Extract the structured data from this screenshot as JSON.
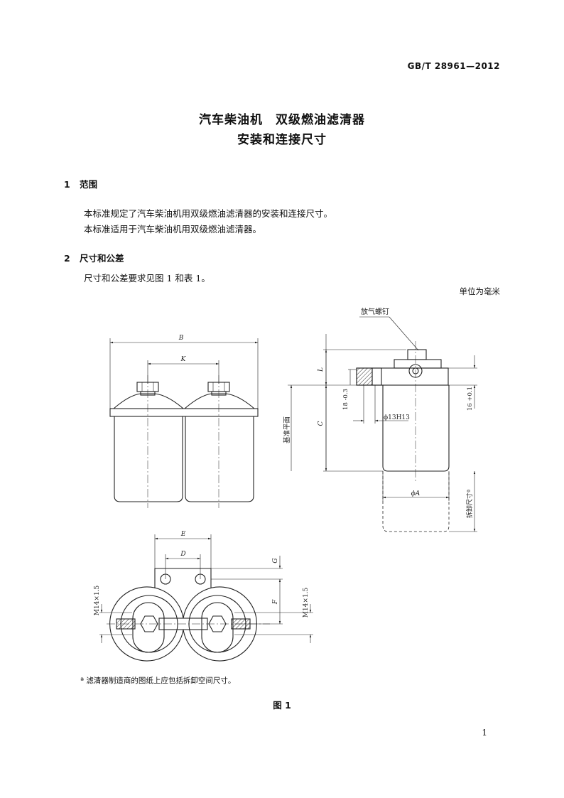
{
  "header": {
    "standard_code": "GB/T 28961—2012"
  },
  "title": {
    "line1": "汽车柴油机　双级燃油滤清器",
    "line2": "安装和连接尺寸"
  },
  "sections": [
    {
      "number": "1",
      "heading": "范围",
      "paragraphs": [
        "本标准规定了汽车柴油机用双级燃油滤清器的安装和连接尺寸。",
        "本标准适用于汽车柴油机用双级燃油滤清器。"
      ]
    },
    {
      "number": "2",
      "heading": "尺寸和公差",
      "paragraphs": [
        "尺寸和公差要求见图 1 和表 1。"
      ]
    }
  ],
  "unit_note": "单位为毫米",
  "figure": {
    "labels": {
      "B": "B",
      "K": "K",
      "L": "L",
      "C": "C",
      "A": "ϕA",
      "E": "E",
      "D": "D",
      "G": "G",
      "F": "F",
      "vent_screw": "放气螺钉",
      "datum_plane": "基准平面",
      "bore": "ϕ13H13",
      "dim_18": "18 -0.3",
      "dim_16": "16 +0.1",
      "removal": "拆卸尺寸ª",
      "thread_left": "M14×1.5",
      "thread_right": "M14×1.5"
    },
    "footnote": "ª 滤清器制造商的图纸上应包括拆卸空间尺寸。",
    "caption": "图 1"
  },
  "page_number": "1"
}
